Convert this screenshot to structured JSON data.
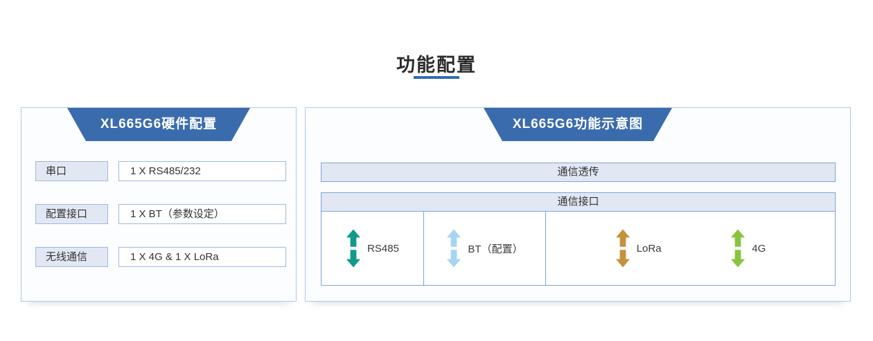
{
  "page": {
    "title": "功能配置",
    "accent_color": "#2e6cb5",
    "banner_color": "#3a6cad",
    "panel_border_color": "#b3c8e8",
    "light_fill_color": "#e1e7f3",
    "box_border_color": "#7fa3d7"
  },
  "hardware_panel": {
    "header": "XL665G6硬件配置",
    "rows": [
      {
        "label": "串口",
        "value": "1 X RS485/232"
      },
      {
        "label": "配置接口",
        "value": "1 X BT（参数设定）"
      },
      {
        "label": "无线通信",
        "value": "1 X 4G & 1 X LoRa"
      }
    ]
  },
  "function_panel": {
    "header": "XL665G6功能示意图",
    "passthrough_label": "通信透传",
    "interface_section": {
      "title": "通信接口",
      "interfaces": [
        {
          "label": "RS485",
          "icon": "double-vertical-arrow",
          "color": "#13998c"
        },
        {
          "label": "BT（配置）",
          "icon": "double-vertical-arrow",
          "color": "#a6d4f2"
        },
        {
          "label": "LoRa",
          "icon": "double-vertical-arrow",
          "color": "#c4923c"
        },
        {
          "label": "4G",
          "icon": "double-vertical-arrow",
          "color": "#89c440"
        }
      ]
    }
  }
}
